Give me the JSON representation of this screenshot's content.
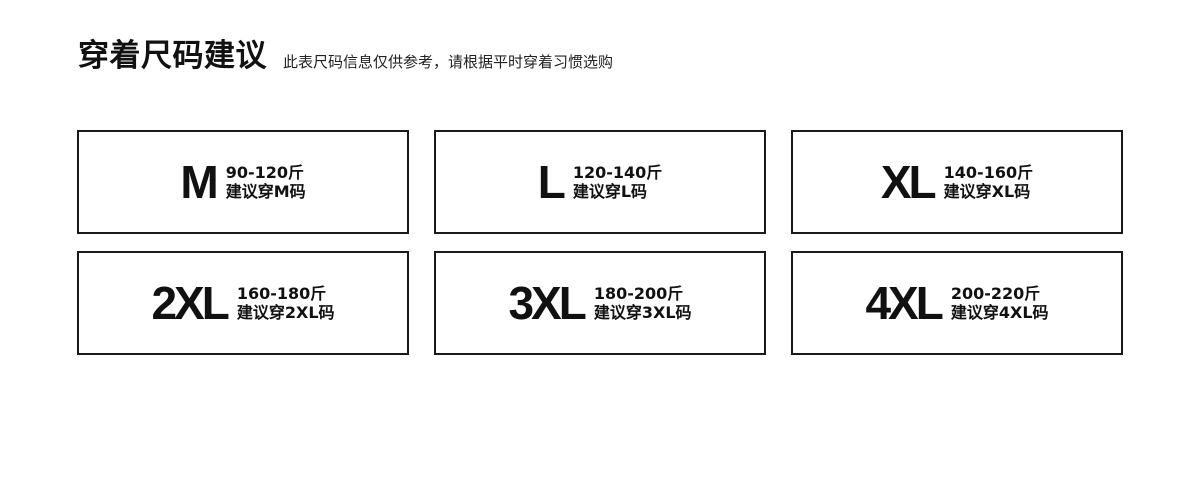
{
  "header": {
    "title": "穿着尺码建议",
    "subtitle": "此表尺码信息仅供参考，请根据平时穿着习惯选购"
  },
  "sizes": [
    {
      "label": "M",
      "weight": "90-120斤",
      "advice": "建议穿M码"
    },
    {
      "label": "L",
      "weight": "120-140斤",
      "advice": "建议穿L码"
    },
    {
      "label": "XL",
      "weight": "140-160斤",
      "advice": "建议穿XL码"
    },
    {
      "label": "2XL",
      "weight": "160-180斤",
      "advice": "建议穿2XL码"
    },
    {
      "label": "3XL",
      "weight": "180-200斤",
      "advice": "建议穿3XL码"
    },
    {
      "label": "4XL",
      "weight": "200-220斤",
      "advice": "建议穿4XL码"
    }
  ]
}
